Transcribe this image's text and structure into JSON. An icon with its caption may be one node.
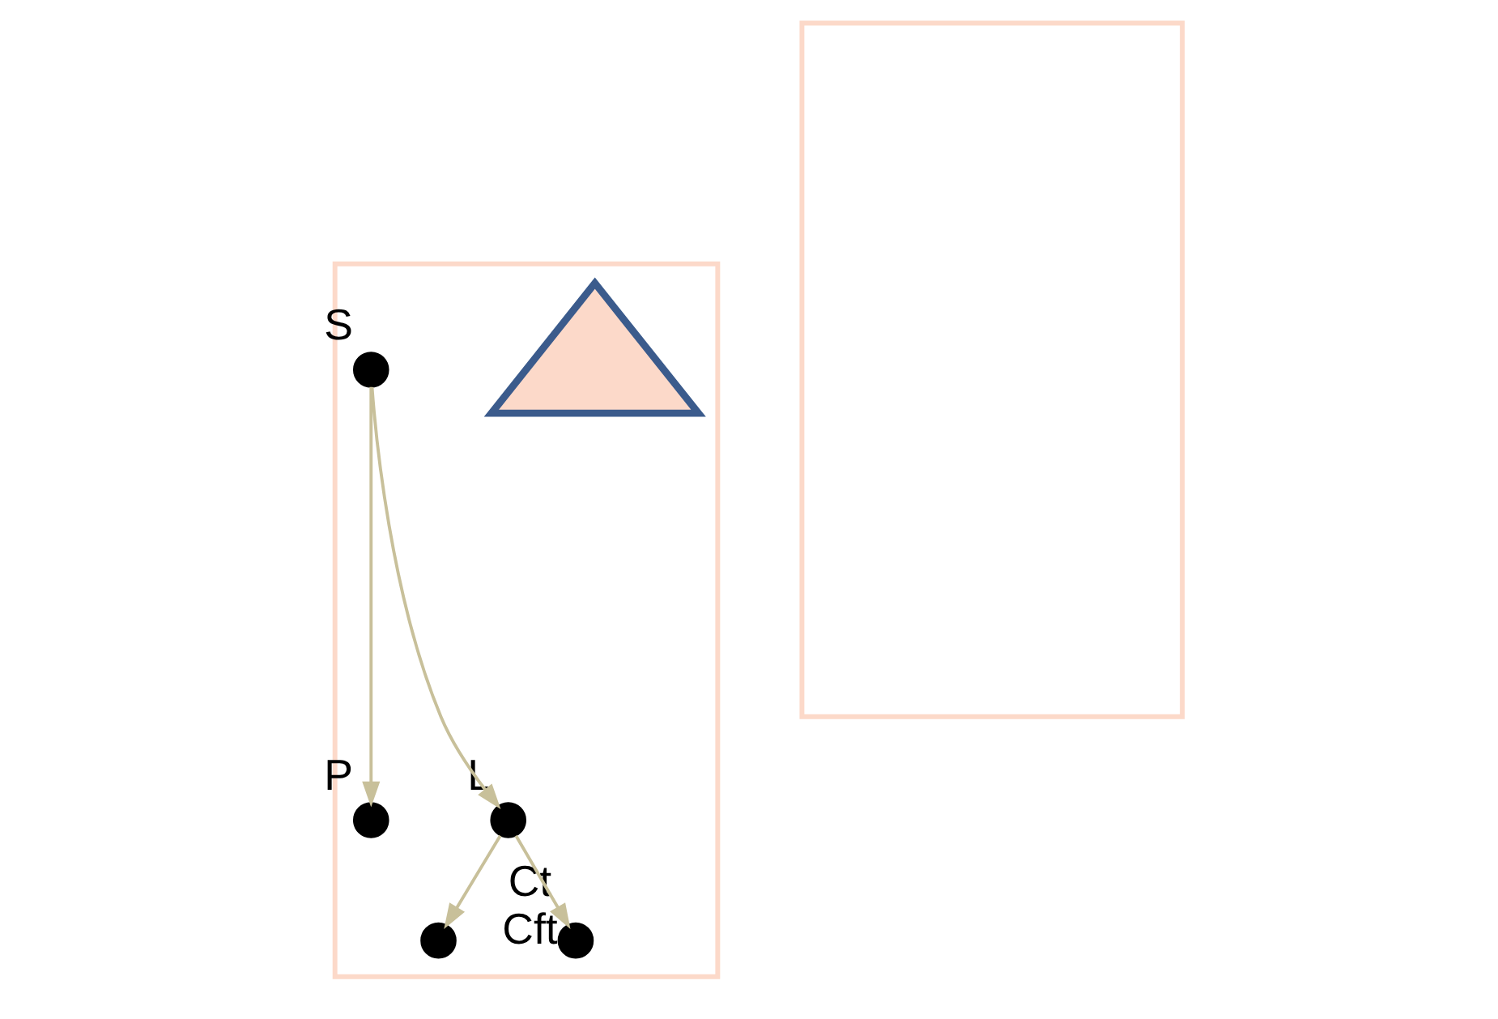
{
  "diagram": {
    "nodes": [
      {
        "text": [],
        "shape": "box"
      },
      {
        "text": [],
        "shape": "triangle",
        "in": 0
      },
      {
        "text": [],
        "shape": "circle",
        "in": 0,
        "beside": [
          "S"
        ]
      },
      {
        "text": [],
        "shape": "circle",
        "in": 0,
        "beside": [
          "P"
        ]
      },
      {
        "text": [],
        "shape": "circle",
        "in": 0,
        "beside": [
          "L"
        ]
      },
      {
        "text": [],
        "shape": "circle",
        "in": 0
      },
      {
        "text": [],
        "shape": "circle",
        "in": 0,
        "beside": [
          "Ct",
          "Cft"
        ]
      },
      {
        "text": [],
        "shape": "box"
      }
    ],
    "edges": [
      {
        "from": 2,
        "to": 3,
        "arrow": "to"
      },
      {
        "from": 2,
        "to": 4,
        "arrow": "to"
      },
      {
        "from": 4,
        "to": 5,
        "arrow": "to"
      },
      {
        "from": 4,
        "to": 6,
        "arrow": "to"
      }
    ]
  }
}
